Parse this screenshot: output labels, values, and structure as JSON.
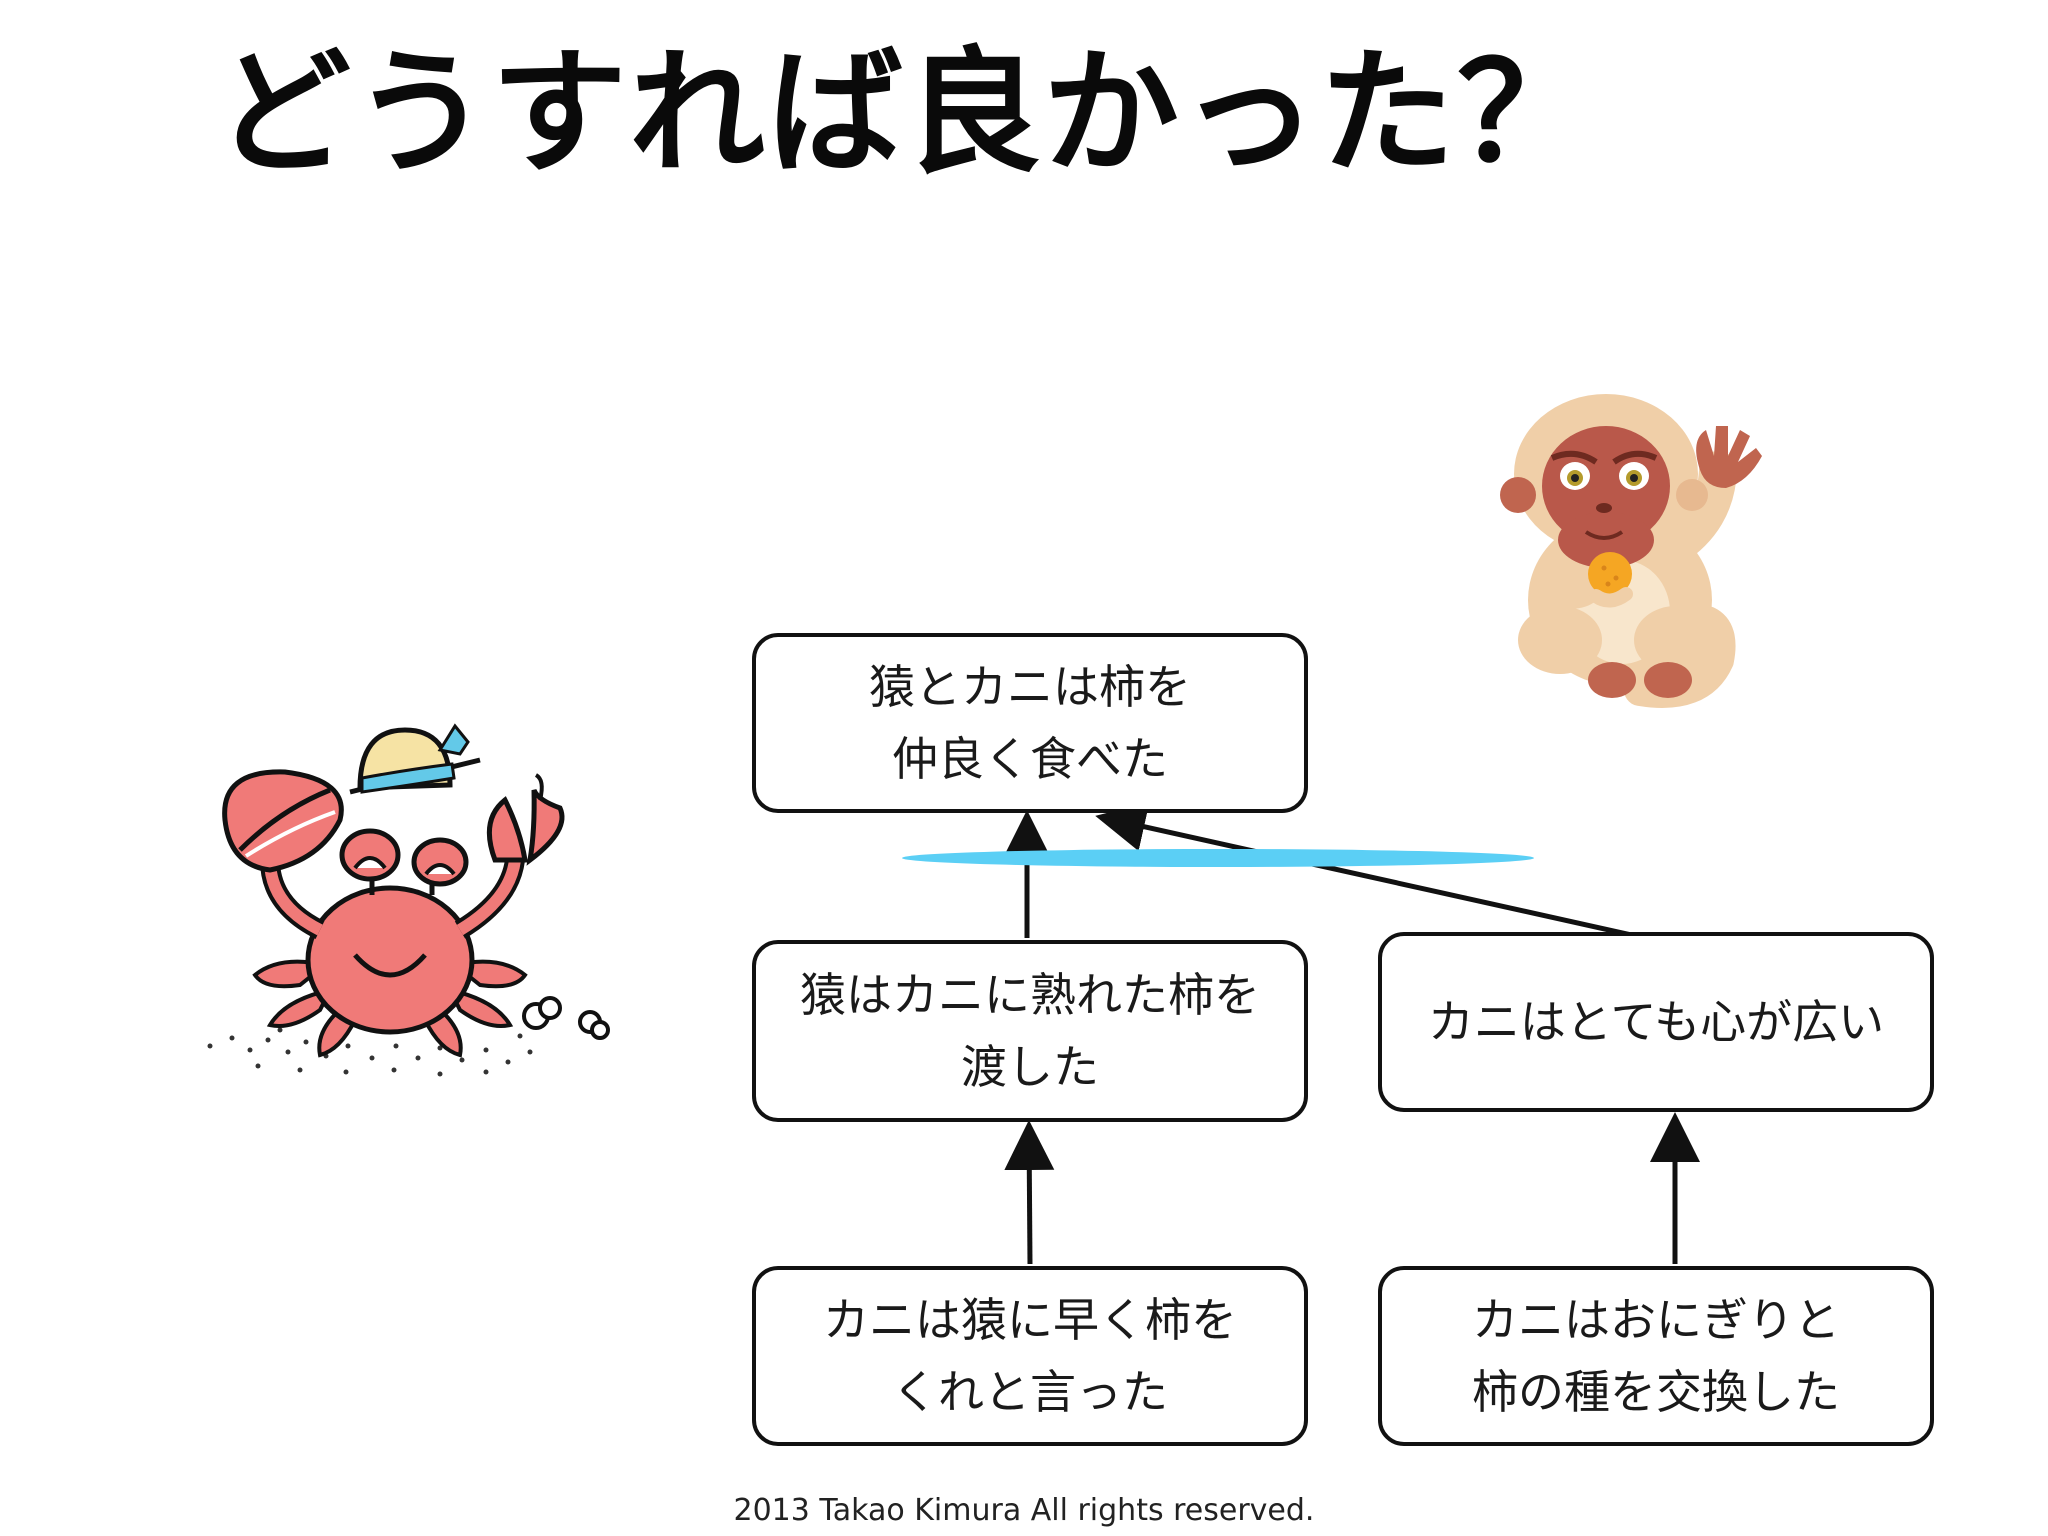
{
  "title": "どうすれば良かった？",
  "nodes": {
    "top": {
      "line1": "猿とカニは柿を",
      "line2": "仲良く食べた"
    },
    "mid": {
      "line1": "猿はカニに熟れた柿を",
      "line2": "渡した"
    },
    "right": {
      "line1": "カニはとても心が広い"
    },
    "bottom_left": {
      "line1": "カニは猿に早く柿を",
      "line2": "くれと言った"
    },
    "bottom_right": {
      "line1": "カニはおにぎりと",
      "line2": "柿の種を交換した"
    }
  },
  "footer": "2013 Takao Kimura All rights reserved.",
  "colors": {
    "crab": "#f07a78",
    "crab_outline": "#111111",
    "hat_band": "#63c9e8",
    "hat_top": "#f6e3a4",
    "monkey_fur": "#f0cfa8",
    "monkey_face": "#b9584a",
    "persimmon": "#f5a623",
    "cut_line": "#5bcff5"
  },
  "icons": [
    "crab-illustration",
    "monkey-illustration"
  ]
}
